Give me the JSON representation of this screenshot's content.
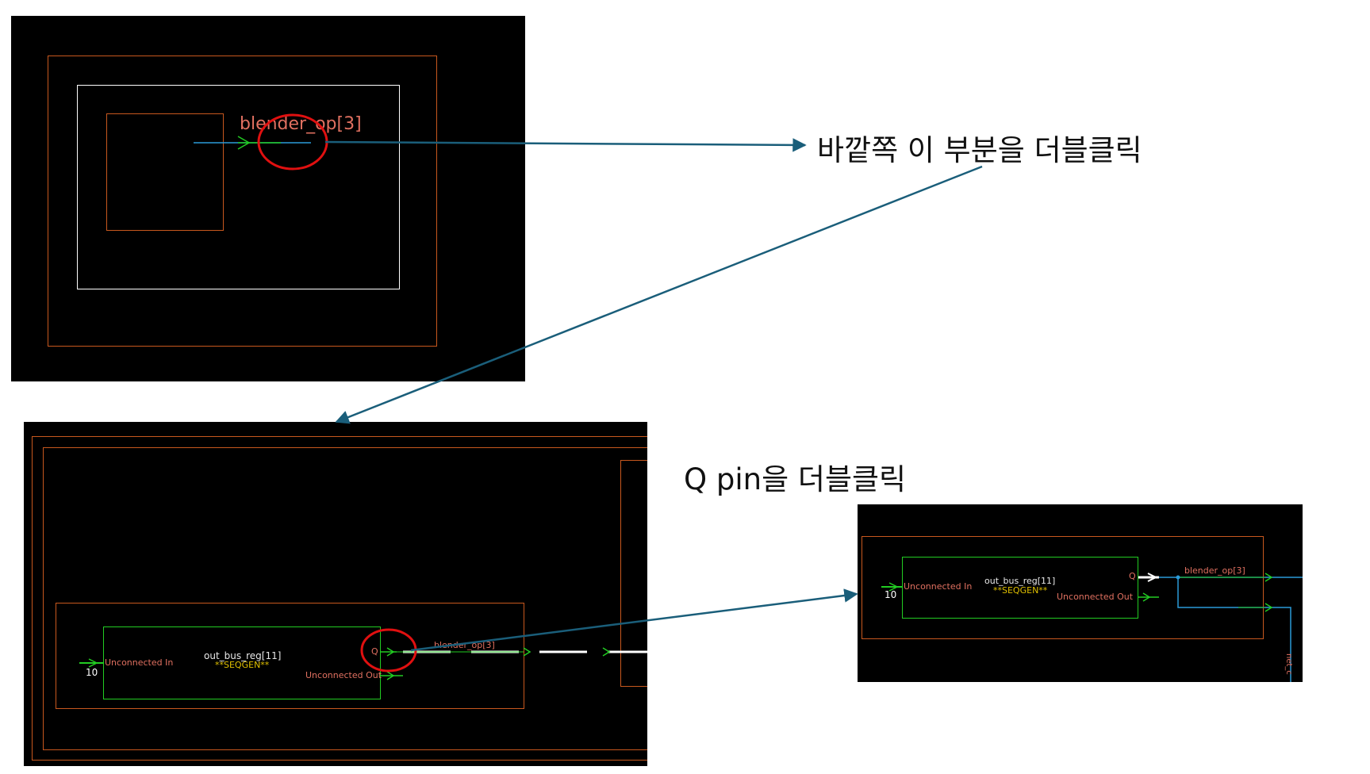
{
  "captions": {
    "step1": "바깥쪽 이 부분을 더블클릭",
    "step2": "Q pin을 더블클릭"
  },
  "panel1": {
    "net_label": "blender_op[3]"
  },
  "panel2": {
    "cell_name": "out_bus_reg[11]",
    "cell_type": "**SEQGEN**",
    "in_pin": "Unconnected In",
    "out_pin": "Unconnected Out",
    "q_pin": "Q",
    "const": "10",
    "net_label": "blender_op[3]"
  },
  "panel3": {
    "cell_name": "out_bus_reg[11]",
    "cell_type": "**SEQGEN**",
    "in_pin": "Unconnected In",
    "out_pin": "Unconnected Out",
    "q_pin": "Q",
    "const": "10",
    "net_label": "blender_op[3]",
    "side_net": "net_c"
  },
  "colors": {
    "arrow": "#1a5e7a",
    "highlight_circle": "#e01010",
    "net_cyan": "#2a9ad8",
    "hier_orange": "#c8581e",
    "cell_green": "#22cc22",
    "seqgen_yellow": "#e0c000",
    "pin_label": "#e07060"
  }
}
